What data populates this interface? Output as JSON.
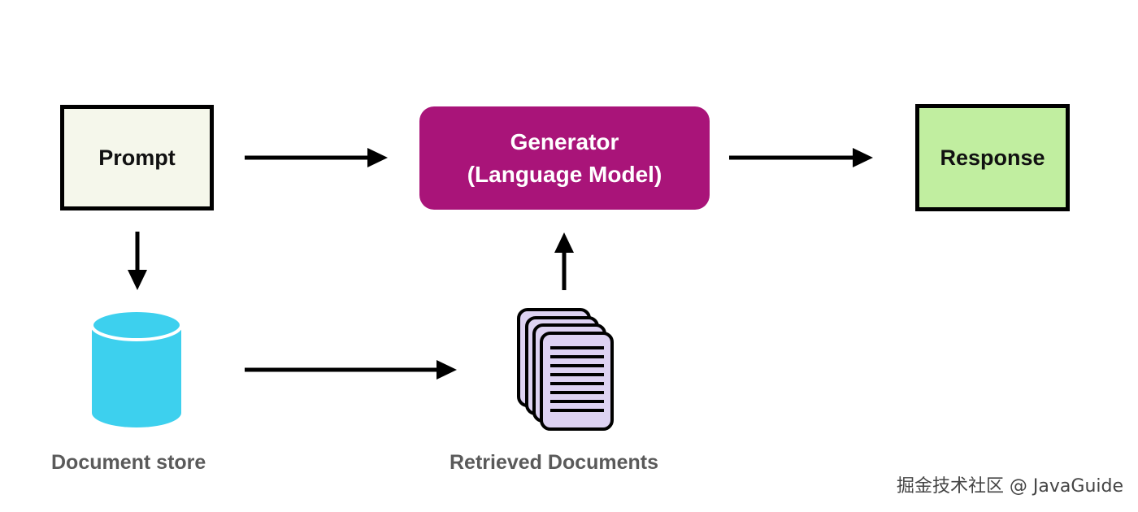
{
  "nodes": {
    "prompt": {
      "label": "Prompt",
      "fill": "#f5f7eb",
      "border": "#000000"
    },
    "generator": {
      "line1": "Generator",
      "line2": "(Language Model)",
      "fill": "#a91479"
    },
    "response": {
      "label": "Response",
      "fill": "#c1eea0",
      "border": "#000000"
    },
    "document_store": {
      "label": "Document store",
      "fill": "#3dd0ee"
    },
    "retrieved_documents": {
      "label": "Retrieved Documents",
      "fill": "#ddd2f2"
    }
  },
  "edges": [
    {
      "from": "prompt",
      "to": "generator"
    },
    {
      "from": "generator",
      "to": "response"
    },
    {
      "from": "prompt",
      "to": "document_store"
    },
    {
      "from": "document_store",
      "to": "retrieved_documents"
    },
    {
      "from": "retrieved_documents",
      "to": "generator"
    }
  ],
  "watermark": "掘金技术社区 @ JavaGuide"
}
